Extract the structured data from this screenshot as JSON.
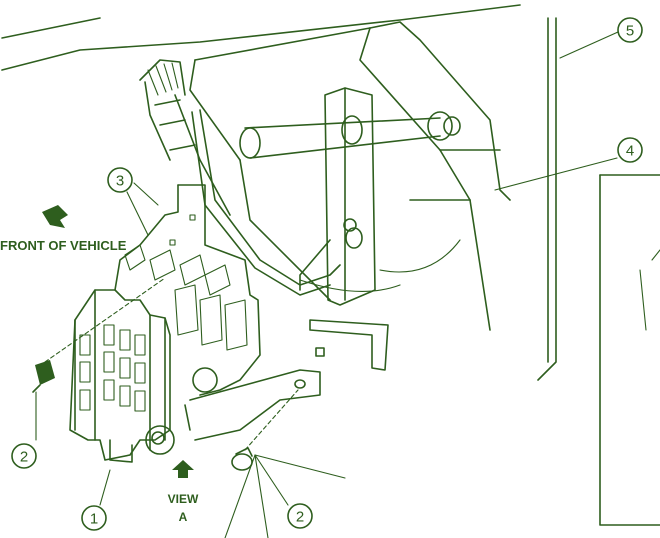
{
  "labels": {
    "front_of_vehicle": "FRONT OF VEHICLE",
    "view": "VIEW",
    "view_letter": "A"
  },
  "callouts": [
    "1",
    "2",
    "2",
    "3",
    "4",
    "5"
  ],
  "colors": {
    "ink": "#2e5e1e",
    "background": "#ffffff"
  }
}
